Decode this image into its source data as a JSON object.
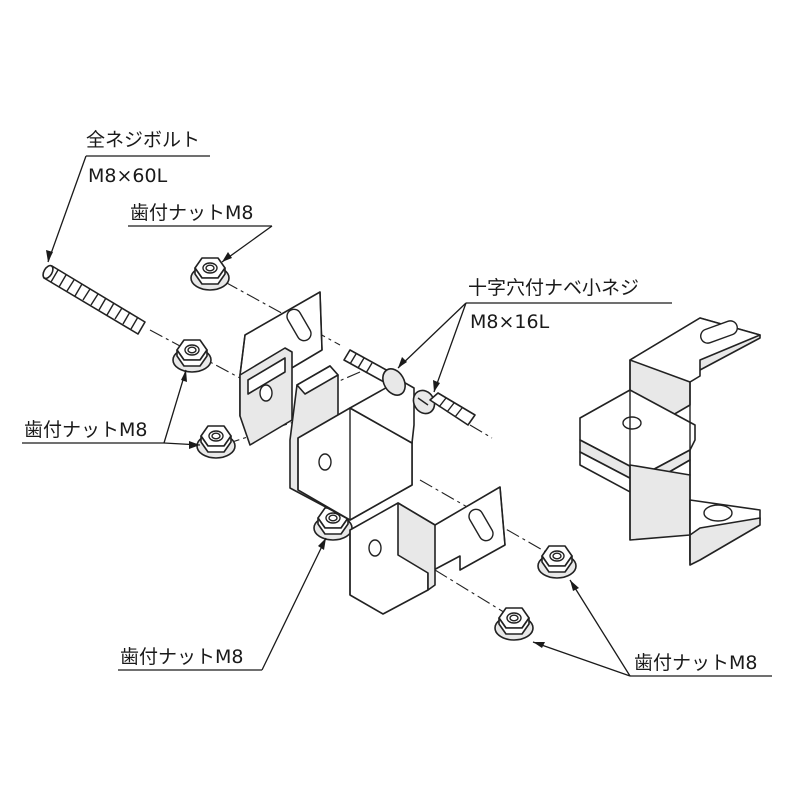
{
  "labels": {
    "bolt_name": "全ネジボルト",
    "bolt_size": "M8×60L",
    "nut_top": "歯付ナットM8",
    "screw_name": "十字穴付ナベ小ネジ",
    "screw_size": "M8×16L",
    "nut_left": "歯付ナットM8",
    "nut_bottom_left": "歯付ナットM8",
    "nut_bottom_right": "歯付ナットM8"
  },
  "icons": {
    "full_thread_bolt": "full-thread-bolt-icon",
    "flange_nut": "flange-nut-icon",
    "pan_head_screw": "pan-head-screw-icon",
    "bracket": "bracket-icon"
  },
  "colors": {
    "line": "#222222",
    "background": "#ffffff",
    "shade": "#e8e8e8"
  }
}
